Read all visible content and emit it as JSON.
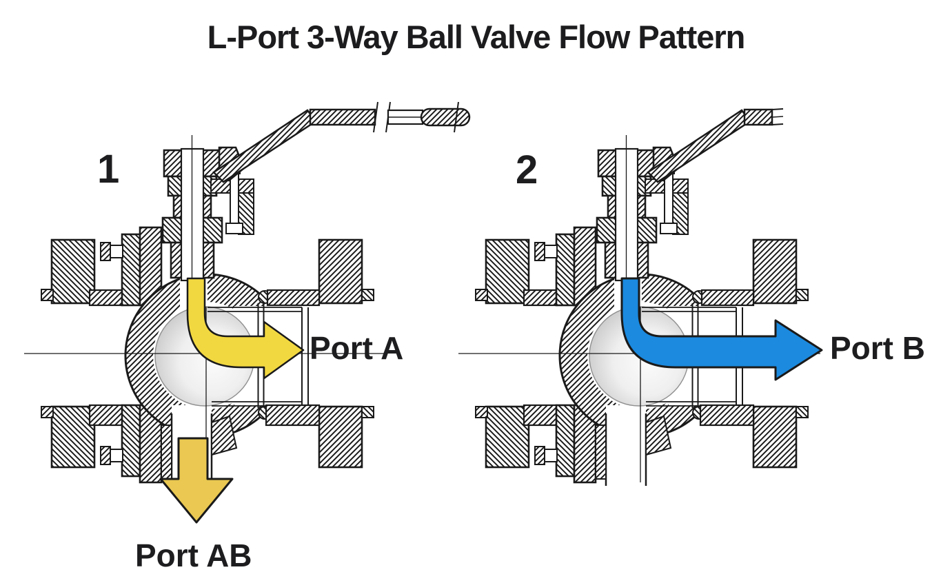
{
  "title": "L-Port 3-Way Ball Valve Flow Pattern",
  "diagrams": [
    {
      "number": "1",
      "right_port_label": "Port A",
      "bottom_port_label": "Port AB",
      "flow_right_color": "#F2D840",
      "flow_down_color": "#EAC851",
      "flow_description": "inlet from top, out right (Port A) and down (Port AB)"
    },
    {
      "number": "2",
      "right_port_label": "Port B",
      "flow_right_color": "#1B8ADF",
      "flow_description": "inlet from top, out right (Port B)"
    }
  ],
  "colors": {
    "background": "#FFFFFF",
    "line": "#1A1A1A",
    "text": "#1D1D1F",
    "sphere_light": "#FAFAFA",
    "sphere_dark": "#A9A9A9"
  }
}
